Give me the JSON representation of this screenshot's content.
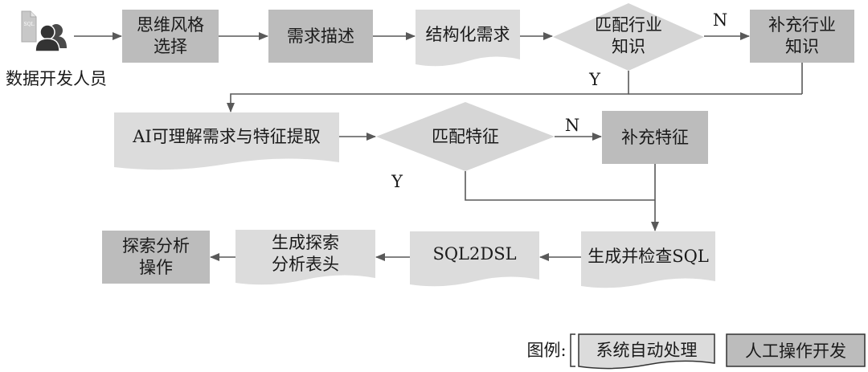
{
  "actor": {
    "label": "数据开发人员",
    "icon": "users-icon",
    "badge": "SQL"
  },
  "nodes": {
    "style_select": "思维风格\n选择",
    "requirement_desc": "需求描述",
    "structured_req": "结构化需求",
    "match_industry": "匹配行业\n知识",
    "supplement_industry": "补充行业\n知识",
    "ai_extract": "AI可理解需求与特征提取",
    "match_features": "匹配特征",
    "supplement_features": "补充特征",
    "gen_check_sql": "生成并检查SQL",
    "sql2dsl": "SQL2DSL",
    "gen_headers": "生成探索\n分析表头",
    "explore_op": "探索分析\n操作"
  },
  "branches": {
    "no": "N",
    "yes": "Y"
  },
  "legend": {
    "title": "图例:",
    "auto": "系统自动处理",
    "manual": "人工操作开发"
  },
  "colors": {
    "manual_fill": "#bcbcbc",
    "auto_fill": "#dcdcdc",
    "decision_fill": "#d6d6d6",
    "line": "#595959"
  }
}
